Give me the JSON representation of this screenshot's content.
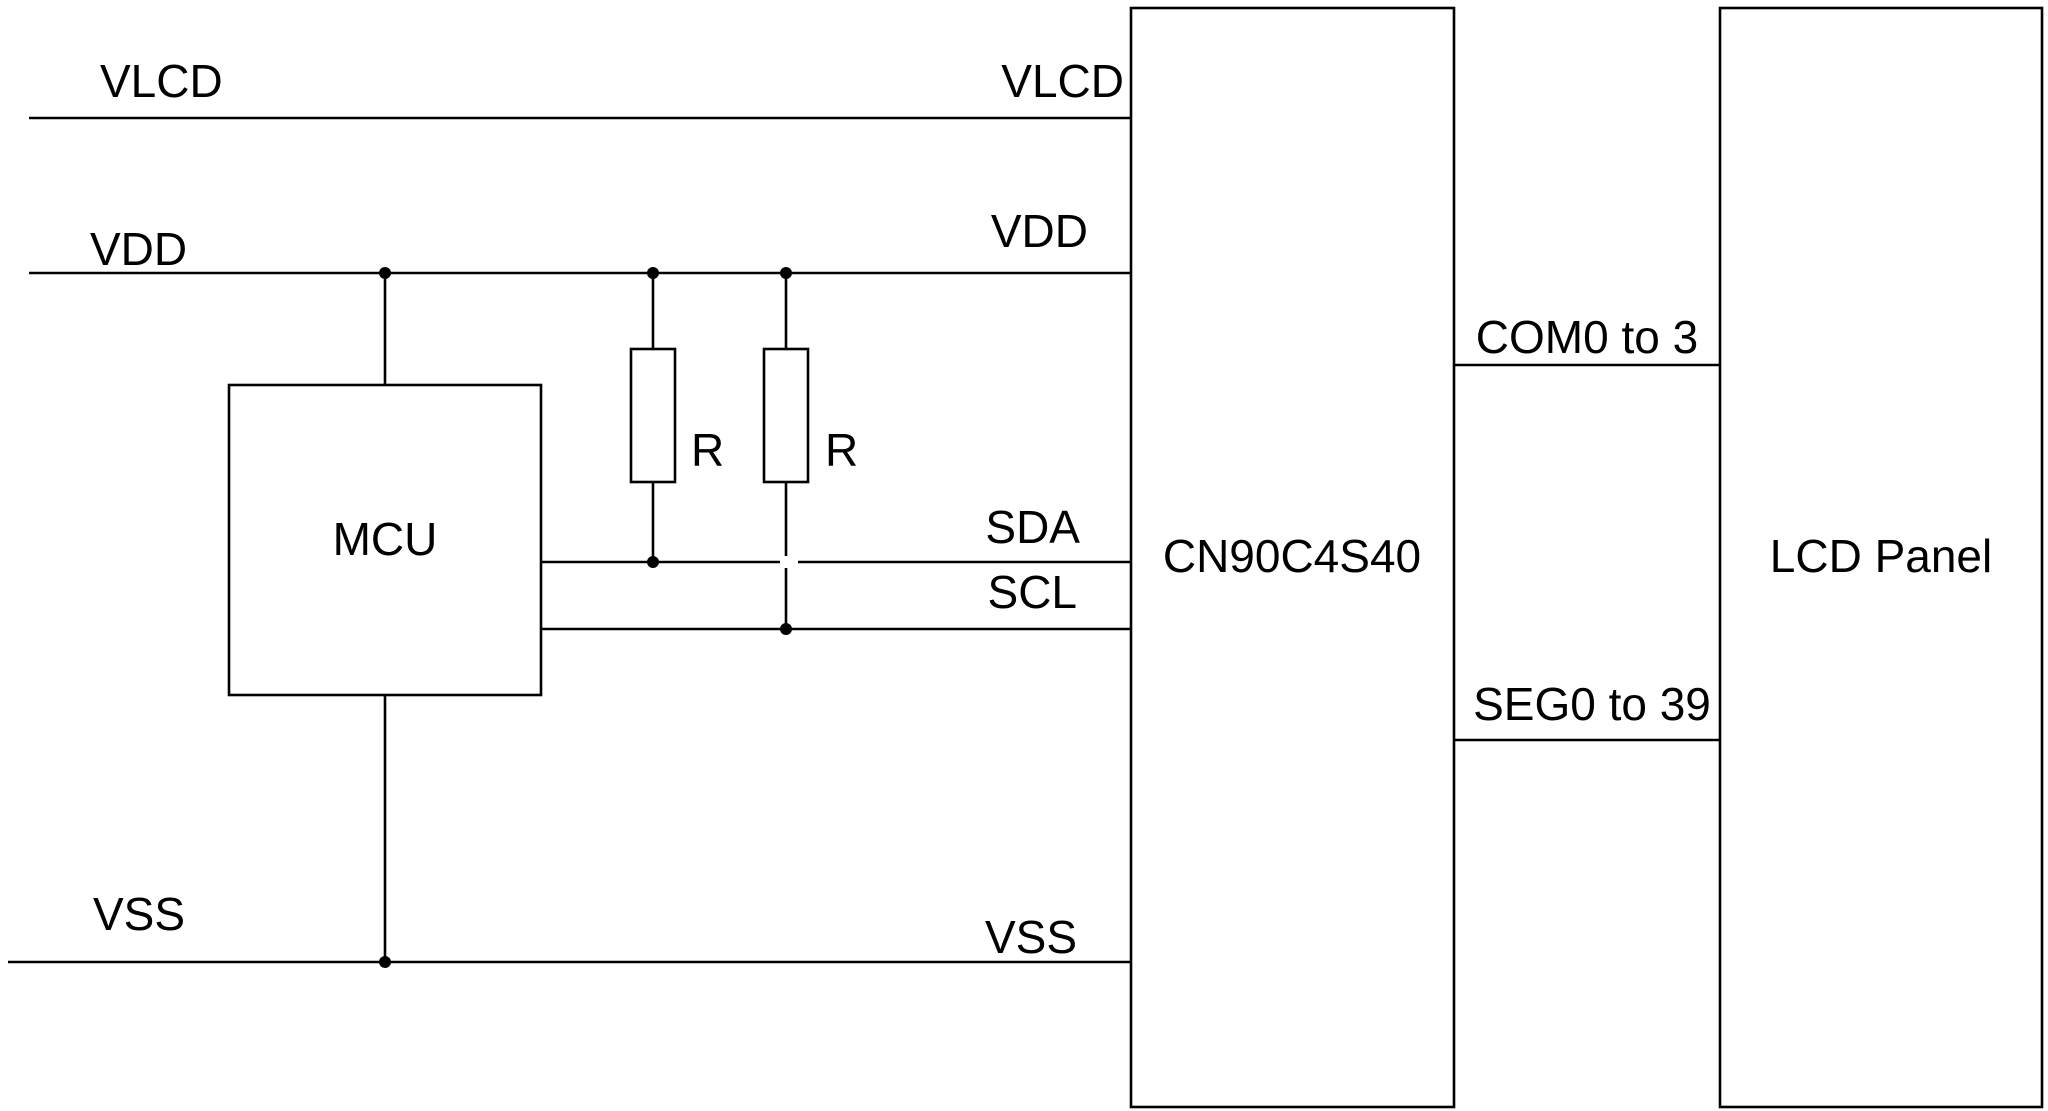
{
  "left_rails": {
    "vlcd": "VLCD",
    "vdd": "VDD",
    "vss": "VSS"
  },
  "chip_pins": {
    "vlcd": "VLCD",
    "vdd": "VDD",
    "sda": "SDA",
    "scl": "SCL",
    "vss": "VSS"
  },
  "blocks": {
    "mcu": "MCU",
    "driver": "CN90C4S40",
    "lcd": "LCD Panel"
  },
  "resistors": {
    "r1": "R",
    "r2": "R"
  },
  "buses": {
    "com": "COM0 to 3",
    "seg": "SEG0 to 39"
  }
}
